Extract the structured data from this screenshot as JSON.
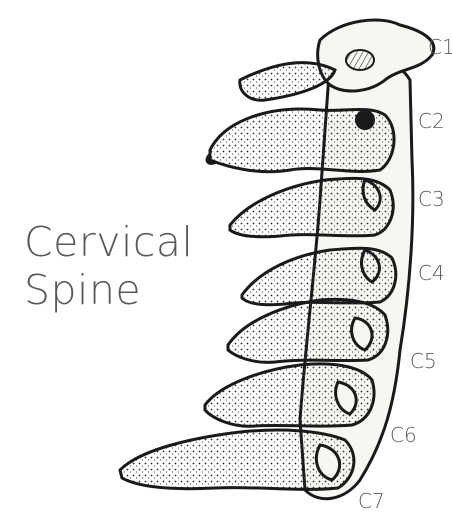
{
  "title": {
    "line1": "Cervical",
    "line2": "Spine"
  },
  "vertebrae": [
    {
      "label": "C1"
    },
    {
      "label": "C2"
    },
    {
      "label": "C3"
    },
    {
      "label": "C4"
    },
    {
      "label": "C5"
    },
    {
      "label": "C6"
    },
    {
      "label": "C7"
    }
  ],
  "colors": {
    "ink": "#1a1a1a",
    "bone_fill": "#f6f6f2",
    "shade": "#6d6d6d",
    "text": "#5a5a5a"
  }
}
